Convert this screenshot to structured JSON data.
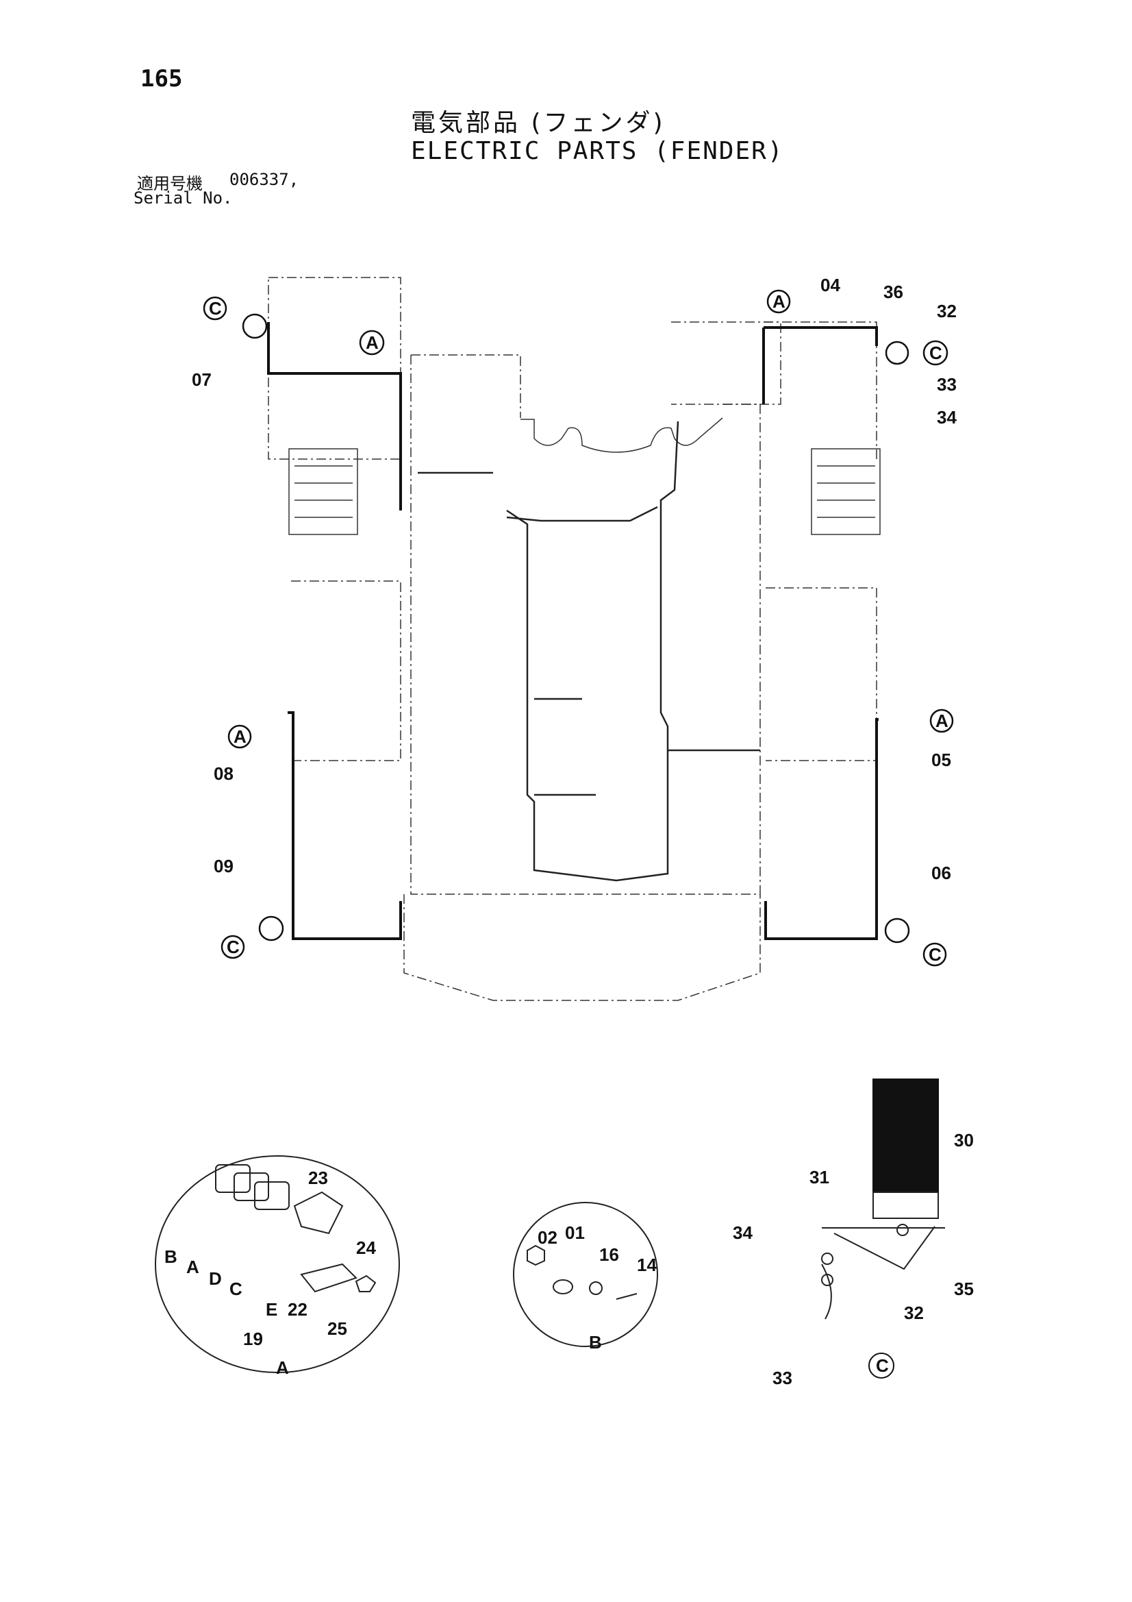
{
  "header": {
    "page_number": "165",
    "title_jp": "電気部品 (フェンダ)",
    "title_en": "ELECTRIC PARTS (FENDER)",
    "serial_label_jp": "適用号機",
    "serial_value": "006337,",
    "serial_label_en": "Serial No."
  },
  "callouts": {
    "c_top_left": "C",
    "a_top_left": "A",
    "a_top_right": "A",
    "c_top_right": "C",
    "a_mid_left": "A",
    "a_mid_right": "A",
    "c_bot_left": "C",
    "c_bot_right": "C"
  },
  "part_labels": {
    "p04": "04",
    "p36": "36",
    "p32_top": "32",
    "p33_top": "33",
    "p34_top": "34",
    "p07": "07",
    "p08": "08",
    "p09": "09",
    "p05": "05",
    "p06": "06"
  },
  "detail_a": {
    "p23": "23",
    "p24": "24",
    "p22": "22",
    "p25": "25",
    "p19": "19",
    "l_b": "B",
    "l_a": "A",
    "l_d": "D",
    "l_c": "C",
    "l_e": "E",
    "caption": "A"
  },
  "detail_b": {
    "p02": "02",
    "p01": "01",
    "p16": "16",
    "p14": "14",
    "caption": "B"
  },
  "detail_c": {
    "p30": "30",
    "p31": "31",
    "p34": "34",
    "p35": "35",
    "p32": "32",
    "p33": "33",
    "caption": "C"
  }
}
